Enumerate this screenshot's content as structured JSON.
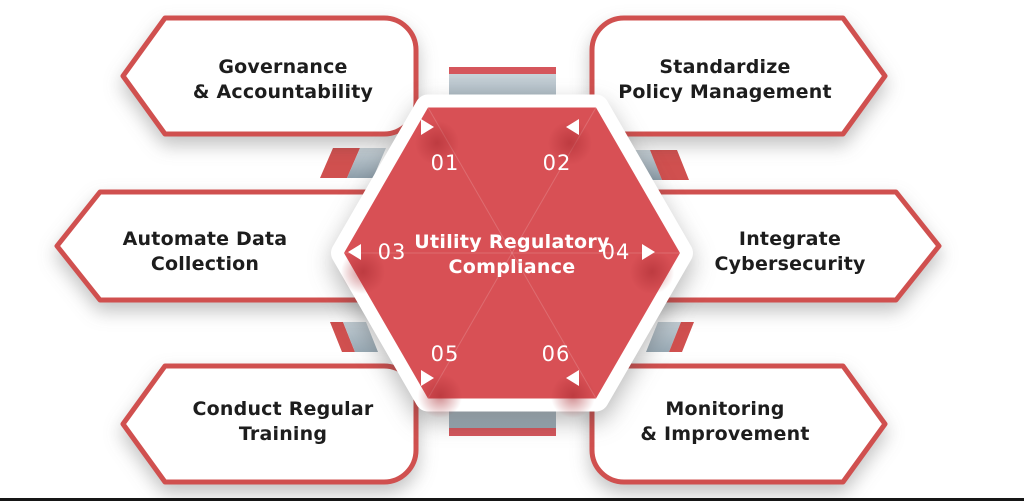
{
  "title": {
    "line1": "Utility Regulatory",
    "line2": "Compliance"
  },
  "nodes": [
    {
      "id": "01",
      "label_line1": "Governance",
      "label_line2": "& Accountability"
    },
    {
      "id": "02",
      "label_line1": "Standardize",
      "label_line2": "Policy Management"
    },
    {
      "id": "03",
      "label_line1": "Automate Data",
      "label_line2": "Collection"
    },
    {
      "id": "04",
      "label_line1": "Integrate",
      "label_line2": "Cybersecurity"
    },
    {
      "id": "05",
      "label_line1": "Conduct Regular",
      "label_line2": "Training"
    },
    {
      "id": "06",
      "label_line1": "Monitoring",
      "label_line2": "& Improvement"
    }
  ],
  "colors": {
    "accent_red": "#d0504f",
    "hexagon_red": "#d85055",
    "slate_gray": "#9fb0bb",
    "text_dark": "#1d1d1d",
    "text_light": "#ffffff"
  }
}
